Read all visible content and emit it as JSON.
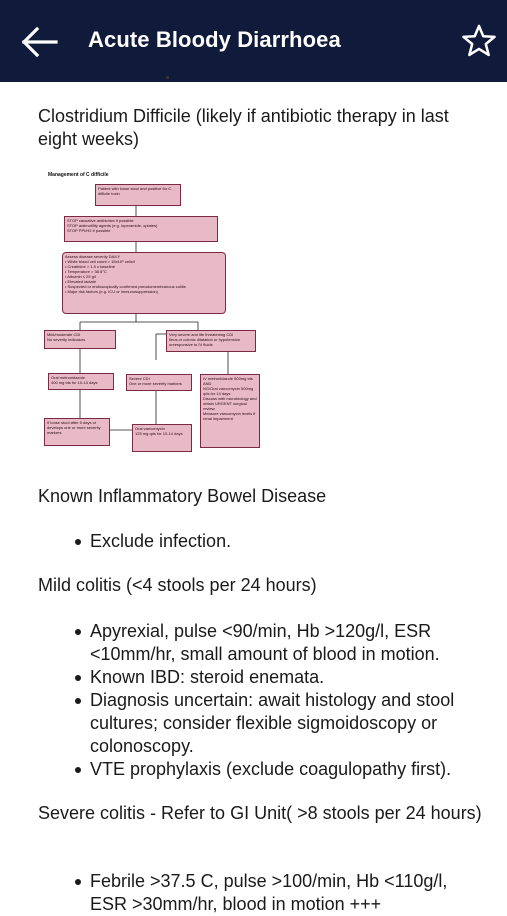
{
  "header": {
    "title": "Acute Bloody Diarrhoea",
    "back_icon": "arrow-left-icon",
    "favorite_icon": "star-outline-icon",
    "background": "#101a3a"
  },
  "sections": {
    "c_difficile": {
      "heading": "Clostridium Difficile (likely if antibiotic therapy in last eight weeks)",
      "flowchart": {
        "title": "Management of C difficile",
        "boxes": {
          "start": "Patient with loose stool and positive for C. difficile toxin",
          "stop": "STOP causative antibiotics if possible\nSTOP antimotility agents (e.g. loperamide, opiates)\nSTOP PPI/H2 if possible",
          "assess": "Assess disease severity DAILY\n• White blood cell count > 15x10⁹ cells/l\n• Creatinine > 1.5 x baseline\n• Temperature > 38.5°C\n• Albumin ≤ 25 g/l\n• Elevated lactate\n• Suspected or endoscopically confirmed pseudomembranous colitis\n• Major risk factors (e.g. ICU or immunosuppression)",
          "mild": "Mild/moderate CDI\nNo severity indicators",
          "very_severe": "Very severe and life threatening CDI\nIleus or colonic dilatation or hypotension unresponsive to IV fluids",
          "oral_metro": "Oral metronidazole\n400 mg tds for 10-14 days",
          "severe": "Severe CDI\nOne or more severity markers",
          "iv_metro": "IV metronidazole 500mg tds\nAND\nNG/Oral vancomycin 500mg qds for 14 days\nDiscuss with microbiology and obtain URGENT surgical review.\nMeasure vancomycin levels if renal impairment",
          "if_loose": "If loose stool after 5 days or develops one or more severity markers",
          "oral_vanc": "Oral vancomycin\n125 mg qds for 10-14 days"
        }
      }
    },
    "ibd": {
      "heading": "Known Inflammatory Bowel Disease",
      "items": [
        "Exclude infection."
      ]
    },
    "mild_colitis": {
      "heading": "Mild colitis (<4 stools per 24 hours)",
      "items": [
        "Apyrexial, pulse <90/min, Hb >120g/l, ESR <10mm/hr, small amount of blood in motion.",
        "Known IBD: steroid enemata.",
        "Diagnosis uncertain: await histology and stool cultures; consider flexible sigmoidoscopy or colonoscopy.",
        "VTE prophylaxis (exclude coagulopathy first)."
      ]
    },
    "severe_colitis": {
      "heading": "Severe colitis - Refer to GI Unit( >8 stools per 24 hours)",
      "items": [
        "Febrile >37.5 C, pulse >100/min, Hb <110g/l, ESR >30mm/hr, blood in motion +++"
      ]
    }
  }
}
